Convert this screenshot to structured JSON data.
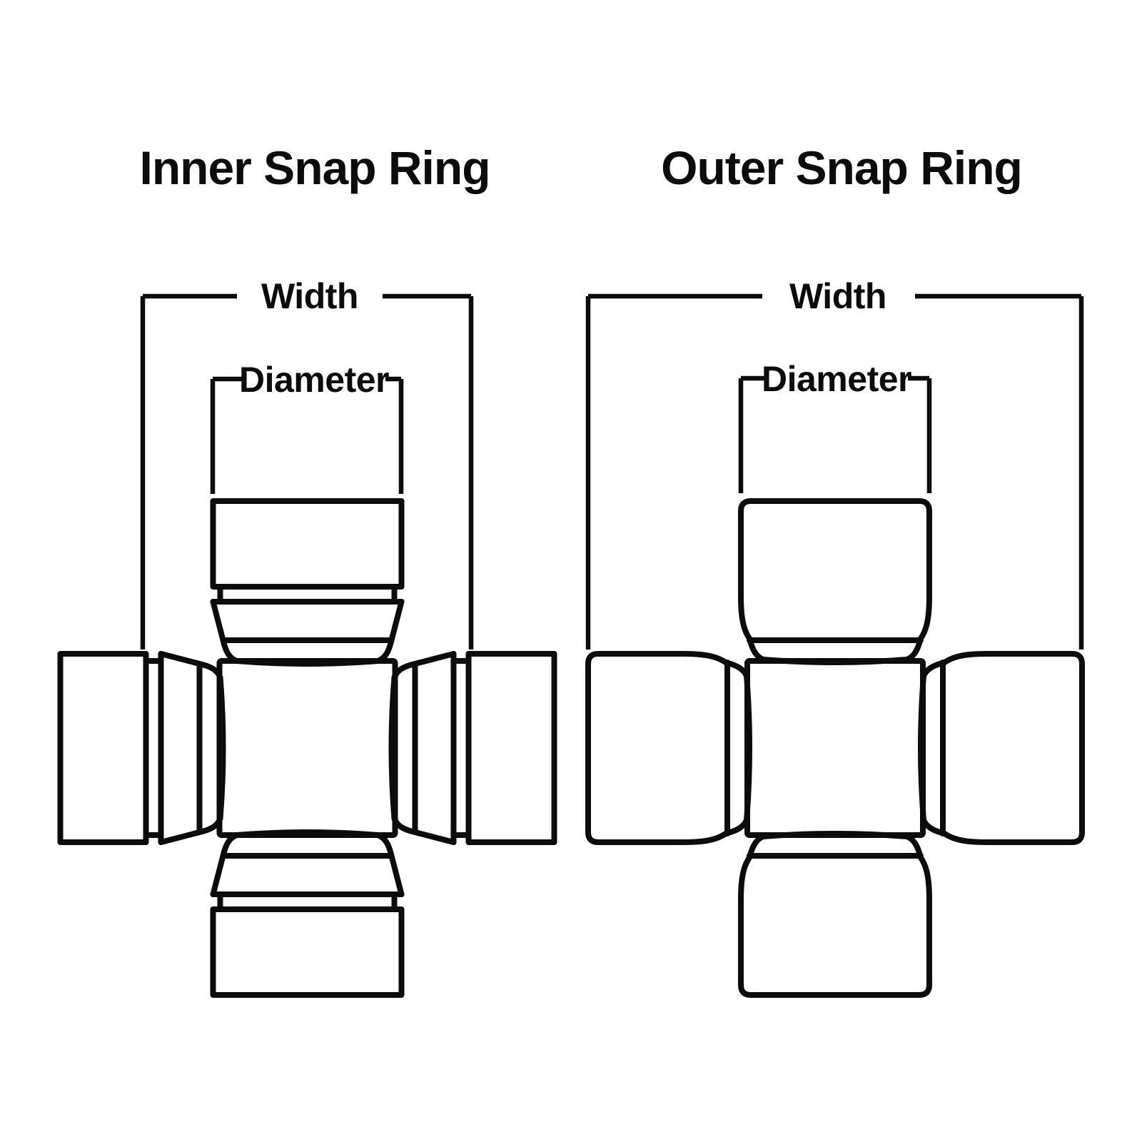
{
  "page": {
    "background": "#ffffff",
    "line_color": "#0c0c0c"
  },
  "diagrams": [
    {
      "id": "inner",
      "title": "Inner Snap Ring",
      "width_label": "Width",
      "diameter_label": "Diameter"
    },
    {
      "id": "outer",
      "title": "Outer Snap Ring",
      "width_label": "Width",
      "diameter_label": "Diameter"
    }
  ]
}
